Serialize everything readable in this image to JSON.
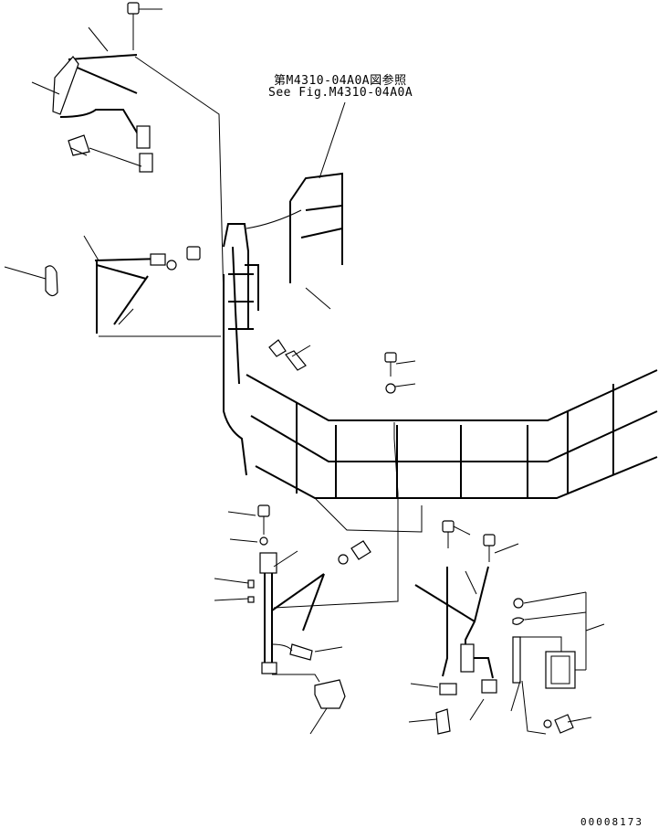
{
  "reference": {
    "jp": "第M4310-04A0A図参照",
    "en": "See Fig.M4310-04A0A"
  },
  "drawing_number": "00008173"
}
